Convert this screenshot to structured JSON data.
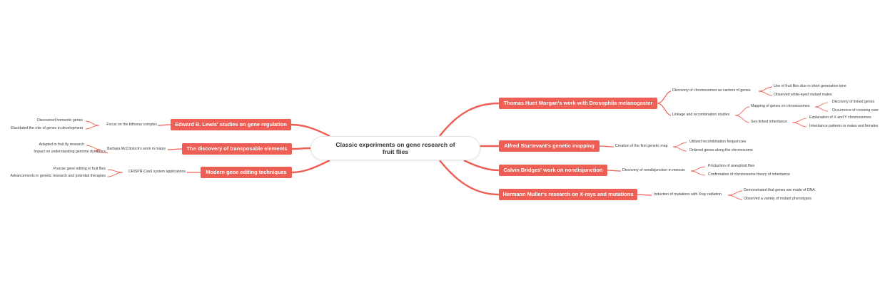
{
  "central_topic": "Classic experiments on gene research of fruit flies",
  "colors": {
    "accent": "#ed5e55",
    "center_bg": "#ffffff",
    "text": "#333333"
  },
  "right_branches": [
    {
      "label": "Thomas Hunt Morgan's work with Drosophila melanogaster",
      "children": [
        {
          "label": "Discovery of chromosomes as carriers of genes",
          "children": [
            "Use of fruit flies due to short generation time",
            "Observed white-eyed mutant males"
          ]
        },
        {
          "label": "Linkage and recombination studies",
          "children": [
            {
              "label": "Mapping of genes on chromosomes",
              "children": [
                "Discovery of linked genes",
                "Occurrence of crossing over"
              ]
            },
            {
              "label": "Sex-linked inheritance",
              "children": [
                "Explanation of X and Y chromosomes",
                "Inheritance patterns in males and females"
              ]
            }
          ]
        }
      ]
    },
    {
      "label": "Alfred Sturtevant's genetic mapping",
      "children": [
        {
          "label": "Creation of the first genetic map",
          "children": [
            "Utilized recombination frequencies",
            "Ordered genes along the chromosome"
          ]
        }
      ]
    },
    {
      "label": "Calvin Bridges' work on nondisjunction",
      "children": [
        {
          "label": "Discovery of nondisjunction in meiosis",
          "children": [
            "Production of aneuploid flies",
            "Confirmation of chromosome theory of inheritance"
          ]
        }
      ]
    },
    {
      "label": "Hermann Muller's research on X-rays and mutations",
      "children": [
        {
          "label": "Induction of mutations with Xray radiation",
          "children": [
            "Demonstrated that genes are made of DNA",
            "Observed a variety of mutant phenotypes"
          ]
        }
      ]
    }
  ],
  "left_branches": [
    {
      "label": "Edward B. Lewis' studies on gene regulation",
      "children": [
        {
          "label": "Focus on the bithorax complex",
          "children": [
            "Discovered homeotic genes",
            "Elucidated the role of genes in development"
          ]
        }
      ]
    },
    {
      "label": "The discovery of transposable elements",
      "children": [
        {
          "label": "Barbara McClintock's work in maize",
          "children": [
            "Adapted to fruit fly research",
            "Impact on understanding genome dynamics"
          ]
        }
      ]
    },
    {
      "label": "Modern gene editing techniques",
      "children": [
        {
          "label": "CRISPR-Cas9 system applications",
          "children": [
            "Precise gene editing in fruit flies",
            "Advancements in genetic research and potential therapies"
          ]
        }
      ]
    }
  ]
}
